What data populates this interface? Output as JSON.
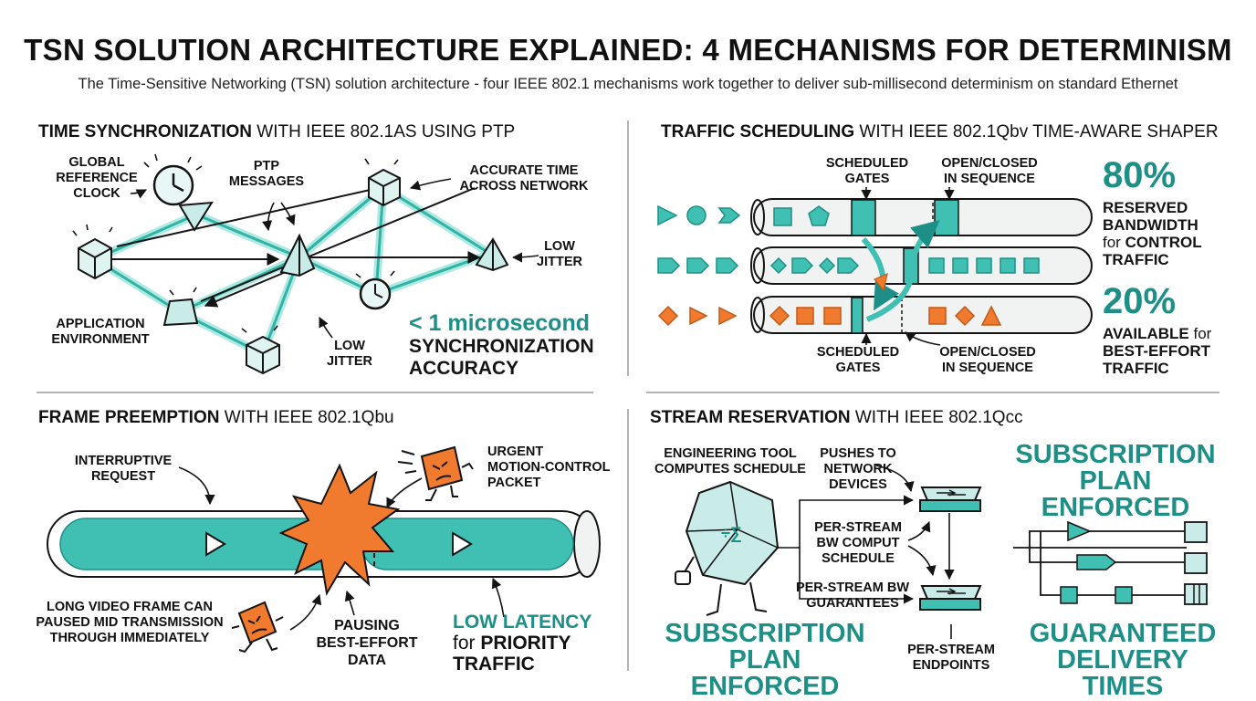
{
  "header": {
    "title": "TSN SOLUTION ARCHITECTURE EXPLAINED: 4 MECHANISMS FOR DETERMINISM",
    "subtitle": "The Time-Sensitive Networking (TSN) solution architecture - four IEEE 802.1 mechanisms work together to deliver sub-millisecond determinism on standard Ethernet"
  },
  "colors": {
    "teal": "#40bfb3",
    "teal_dark": "#1e8f86",
    "teal_light": "#c9ece8",
    "orange": "#f07a2d",
    "ink": "#141414"
  },
  "time_sync": {
    "heading_bold": "TIME SYNCHRONIZATION",
    "heading_rest": " WITH IEEE 802.1AS USING PTP",
    "label_global_clock": "GLOBAL\nREFERENCE\nCLOCK",
    "label_ptp": "PTP\nMESSAGES",
    "label_accurate": "ACCURATE TIME\nACROSS NETWORK",
    "label_low_jitter_1": "LOW\nJITTER",
    "label_app_env": "APPLICATION\nENVIRONMENT",
    "label_low_jitter_2": "LOW\nJITTER",
    "stat_value": "< 1 microsecond",
    "stat_text": "SYNCHRONIZATION\nACCURACY"
  },
  "traffic": {
    "heading_bold": "TRAFFIC SCHEDULING",
    "heading_rest": " WITH IEEE 802.1Qbv TIME-AWARE SHAPER",
    "label_gates_top": "SCHEDULED\nGATES",
    "label_open_top": "OPEN/CLOSED\nIN SEQUENCE",
    "label_gates_bottom": "SCHEDULED\nGATES",
    "label_open_bottom": "OPEN/CLOSED\nIN SEQUENCE",
    "stat1_value": "80%",
    "stat1_line1": "RESERVED",
    "stat1_line2": "BANDWIDTH",
    "stat1_for": "for ",
    "stat1_bold": "CONTROL",
    "stat1_line4": "TRAFFIC",
    "stat2_value": "20%",
    "stat2_avail": "AVAILABLE",
    "stat2_for": " for",
    "stat2_line2": "BEST-EFFORT",
    "stat2_line3": "TRAFFIC"
  },
  "preemption": {
    "heading_bold": "FRAME PREEMPTION",
    "heading_rest": " WITH IEEE 802.1Qbu",
    "label_interrupt": "INTERRUPTIVE\nREQUEST",
    "label_urgent": "URGENT\nMOTION-CONTROL\nPACKET",
    "label_long": "LONG VIDEO FRAME CAN\nPAUSED MID TRANSMISSION\nTHROUGH IMMEDIATELY",
    "label_pausing": "PAUSING\nBEST-EFFORT\nDATA",
    "stat_line1": "LOW LATENCY",
    "stat_for": "for ",
    "stat_bold": "PRIORITY",
    "stat_line3": "TRAFFIC"
  },
  "stream": {
    "heading_bold": "STREAM RESERVATION",
    "heading_rest": " WITH IEEE 802.1Qcc",
    "label_tool": "ENGINEERING TOOL\nCOMPUTES SCHEDULE",
    "label_pushes": "PUSHES TO\nNETWORK\nDEVICES",
    "label_compute": "PER-STREAM\nBW COMPUT\nSCHEDULE",
    "label_guarantees": "PER-STREAM BW\nGUARANTEES",
    "label_endpoints": "PER-STREAM\nENDPOINTS",
    "plan_top": "SUBSCRIPTION\nPLAN ENFORCED",
    "plan_bottom": "SUBSCRIPTION\nPLAN ENFORCED",
    "guaranteed": "GUARANTEED\nDELIVERY TIMES",
    "math_symbol": "÷∑"
  }
}
